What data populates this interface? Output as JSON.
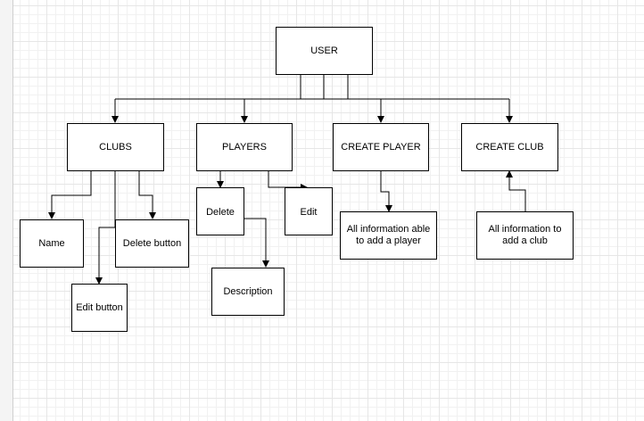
{
  "diagram": {
    "nodes": {
      "user": "USER",
      "clubs": "CLUBS",
      "players": "PLAYERS",
      "create_player": "CREATE PLAYER",
      "create_club": "CREATE CLUB",
      "name": "Name",
      "delete_button": "Delete button",
      "edit_button": "Edit button",
      "delete": "Delete",
      "edit": "Edit",
      "description": "Description",
      "create_player_info": "All information able to add a player",
      "create_club_info": "All information to add a club"
    },
    "edges": [
      {
        "from": "user",
        "to": "clubs"
      },
      {
        "from": "user",
        "to": "players"
      },
      {
        "from": "user",
        "to": "create_player"
      },
      {
        "from": "user",
        "to": "create_club"
      },
      {
        "from": "clubs",
        "to": "name"
      },
      {
        "from": "clubs",
        "to": "delete_button"
      },
      {
        "from": "clubs",
        "to": "edit_button"
      },
      {
        "from": "players",
        "to": "delete"
      },
      {
        "from": "players",
        "to": "edit"
      },
      {
        "from": "delete",
        "to": "description"
      },
      {
        "from": "create_player",
        "to": "create_player_info"
      },
      {
        "from": "create_club_info",
        "to": "create_club"
      }
    ]
  },
  "colors": {
    "line": "#000000",
    "grid": "#e6e6e6",
    "background": "#ffffff"
  }
}
